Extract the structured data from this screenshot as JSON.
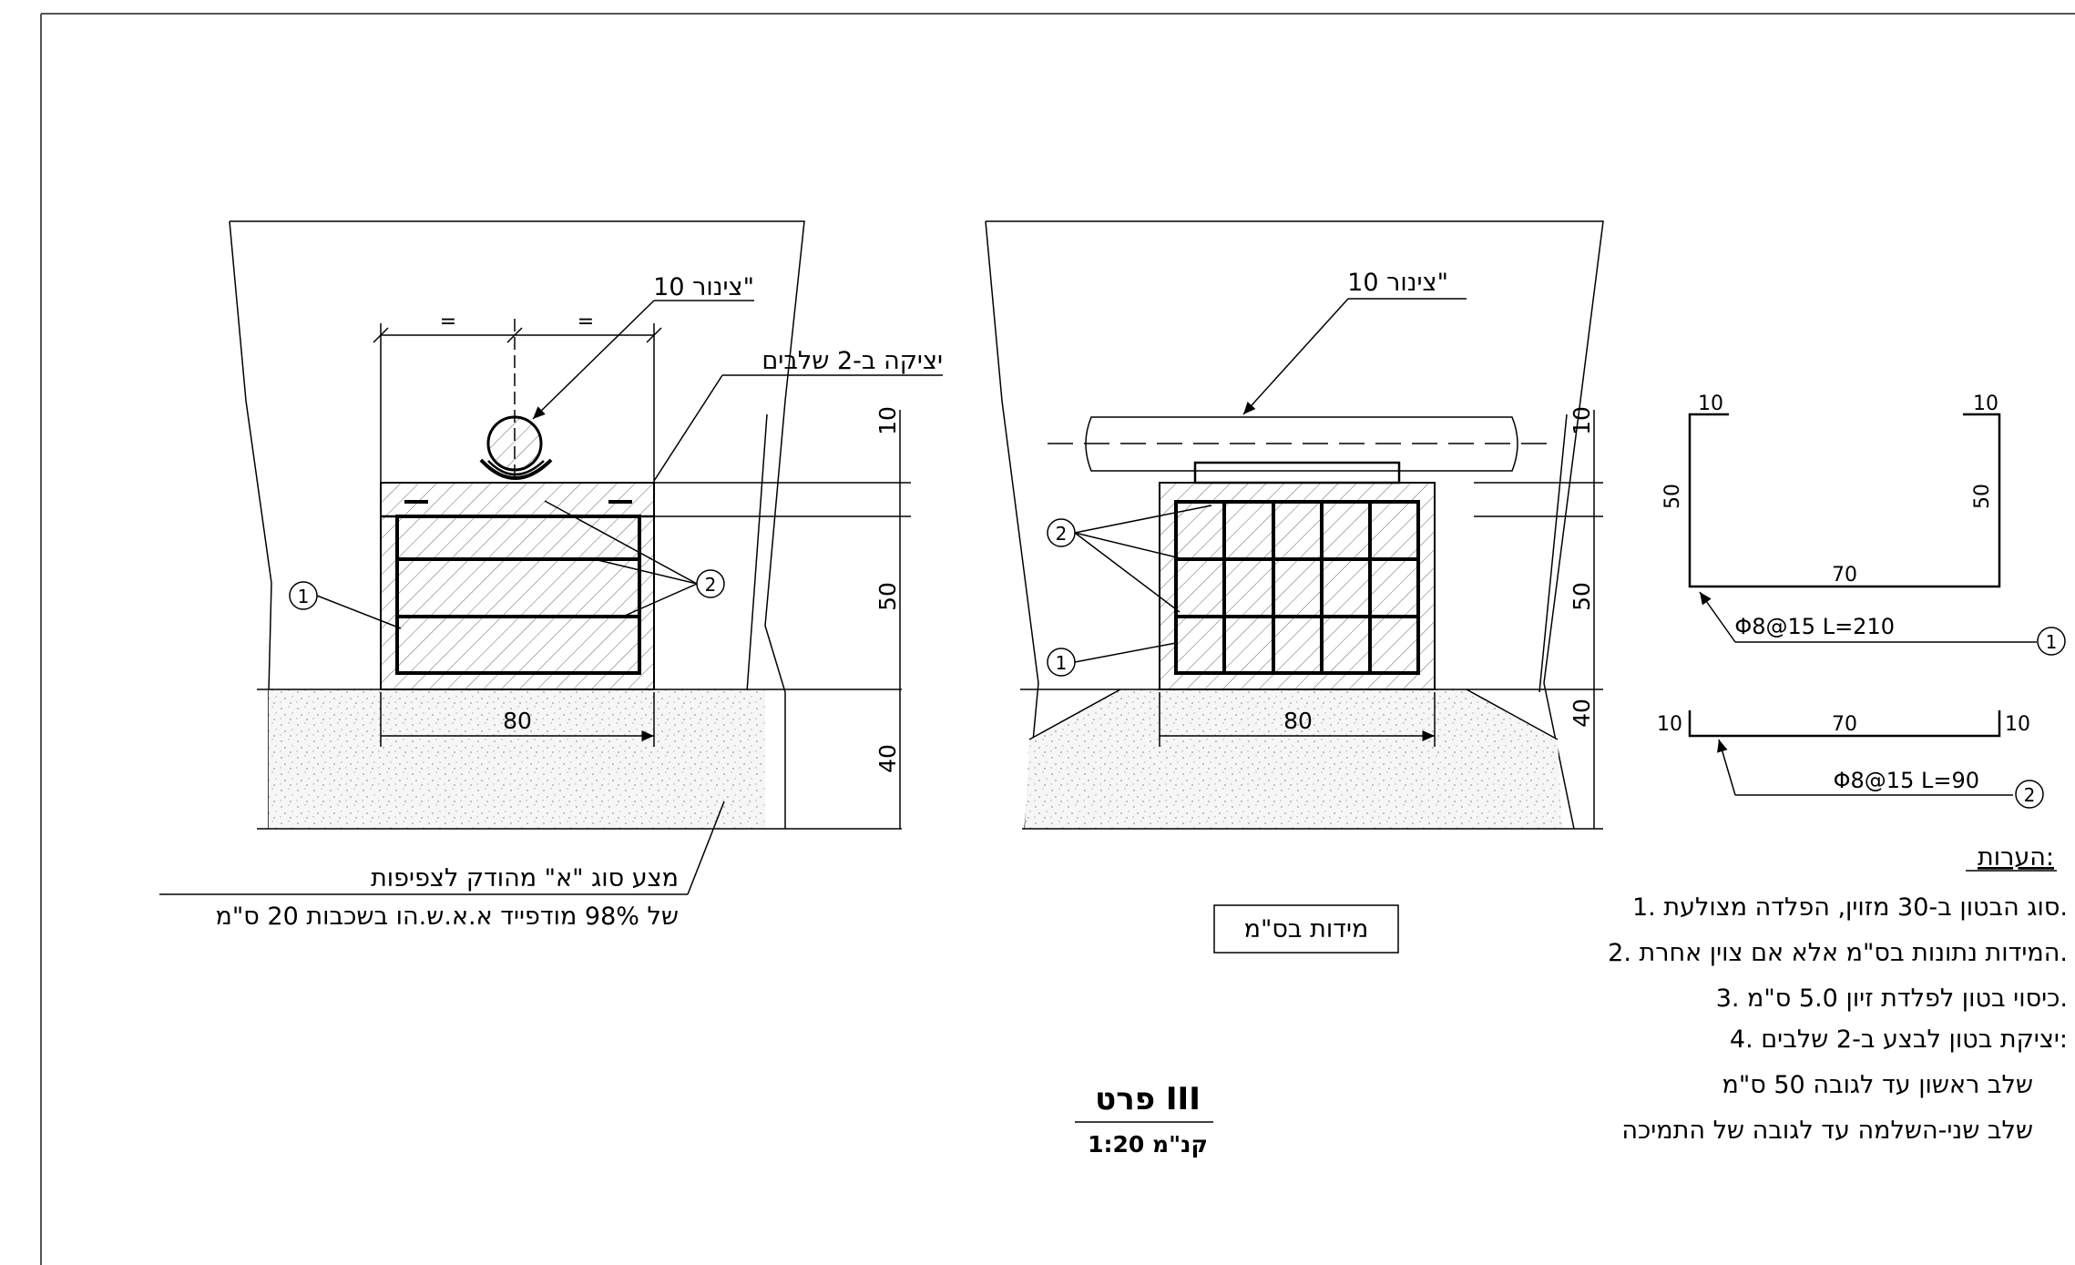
{
  "left_section": {
    "pipe_label": "צינור 10\"",
    "pour_label": "יציקה ב-2 שלבים",
    "eq_marks": [
      "=",
      "="
    ],
    "dim_width": "80",
    "dim_heights": [
      "10",
      "50",
      "40"
    ],
    "markers": [
      "1",
      "2"
    ],
    "base_note_line1": "מצע סוג \"א\" מהודק לצפיפות",
    "base_note_line2": "של 98% מודפייד א.א.ש.הו בשכבות 20 ס\"מ"
  },
  "right_section": {
    "pipe_label": "צינור 10\"",
    "dim_width": "80",
    "dim_heights": [
      "10",
      "50",
      "40"
    ],
    "markers": [
      "2",
      "1"
    ],
    "units_box": "מידות בס\"מ"
  },
  "bar_schedule": {
    "bar1": {
      "dims": [
        "10",
        "10",
        "50",
        "50",
        "70"
      ],
      "spec": "Φ8@15 L=210",
      "marker": "1"
    },
    "bar2": {
      "dims": [
        "10",
        "70",
        "10"
      ],
      "spec": "Φ8@15 L=90",
      "marker": "2"
    }
  },
  "notes": {
    "title": "הערות:",
    "items": [
      "1.  סוג הבטון ב-30 מזוין, הפלדה מצולעת.",
      "2.  המידות נתונות בס\"מ אלא אם צוין אחרת.",
      "3.  כיסוי בטון לפלדת זיון 5.0 ס\"מ.",
      "4.  יציקת בטון לבצע ב-2 שלבים:",
      "שלב ראשון עד לגובה 50 ס\"מ",
      "שלב שני-השלמה עד לגובה של התמיכה"
    ]
  },
  "title_block": {
    "title": "פרט III",
    "scale": "קנ\"מ 1:20"
  }
}
